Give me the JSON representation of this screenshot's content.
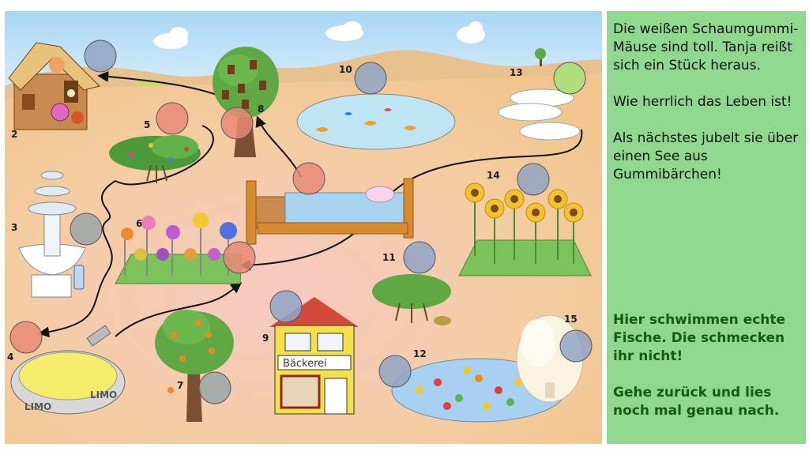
{
  "story": {
    "line1": "Die weißen Schaumgummi-Mäuse sind toll. Tanja reißt sich ein Stück heraus.",
    "line2": "Wie herrlich das Leben ist!",
    "line3": "Als nächstes jubelt sie über einen See aus Gummibärchen!"
  },
  "feedback": {
    "line1": "Hier schwimmen echte Fische. Die schmecken ihr nicht!",
    "line2": "Gehe zurück und lies noch mal genau nach."
  },
  "stations": [
    {
      "number": "2",
      "name": "Lebkuchenhaus"
    },
    {
      "number": "3",
      "name": "Brunnen"
    },
    {
      "number": "4",
      "name": "Limo-Pool"
    },
    {
      "number": "5",
      "name": "Bonbonstrauch"
    },
    {
      "number": "6",
      "name": "Lutscherbeet"
    },
    {
      "number": "7",
      "name": "Orangenbaum"
    },
    {
      "number": "8",
      "name": "Schokobaum"
    },
    {
      "number": "9",
      "name": "Bäckerei"
    },
    {
      "number": "10",
      "name": "Fischteich"
    },
    {
      "number": "11",
      "name": "Busch"
    },
    {
      "number": "12",
      "name": "Gummibärchensee"
    },
    {
      "number": "13",
      "name": "Schaumgummi-Mäuse"
    },
    {
      "number": "14",
      "name": "Sonnenblumen"
    },
    {
      "number": "15",
      "name": "Popcorn-Baum"
    }
  ],
  "bakery_sign": "Bäckerei",
  "pool_label": "LIMO",
  "colors": {
    "panel_bg": "#90d890",
    "feedback_text": "#155a15",
    "hotspot_blue": "#8fa4c4",
    "hotspot_red": "#e88a78",
    "hotspot_green": "#a6e07a",
    "hotspot_gray": "#9aa6a8"
  }
}
